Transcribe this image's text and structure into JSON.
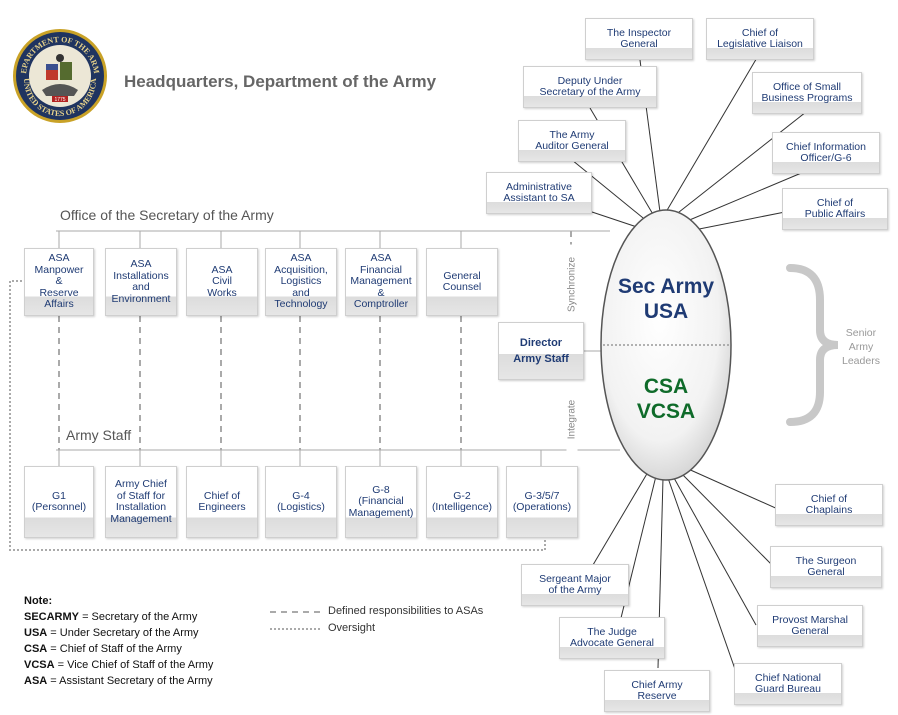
{
  "title": "Headquarters, Department of the Army",
  "seal": {
    "top_text": "DEPARTMENT OF THE ARMY",
    "bottom_text": "UNITED STATES OF AMERICA",
    "year": "1775"
  },
  "sections": {
    "secretary": "Office of the Secretary of the Army",
    "staff": "Army Staff"
  },
  "vertical_labels": {
    "synchronize": "Synchronize",
    "integrate": "Integrate"
  },
  "director": {
    "line1": "Director",
    "line2": "Army Staff"
  },
  "oval": {
    "top1": "Sec Army",
    "top2": "USA",
    "bottom1": "CSA",
    "bottom2": "VCSA",
    "top_color": "#1f3b74",
    "bottom_color": "#0f6b2a"
  },
  "senior_label": "Senior\nArmy\nLeaders",
  "asa_boxes": [
    "ASA\nManpower\n&\nReserve\nAffairs",
    "ASA\nInstallations\nand\nEnvironment",
    "ASA\nCivil\nWorks",
    "ASA\nAcquisition,\nLogistics\nand\nTechnology",
    "ASA\nFinancial\nManagement\n&\nComptroller",
    "General\nCounsel"
  ],
  "staff_boxes": [
    "G1\n(Personnel)",
    "Army Chief\nof Staff for\nInstallation\nManagement",
    "Chief of\nEngineers",
    "G-4\n(Logistics)",
    "G-8\n(Financial\nManagement)",
    "G-2\n(Intelligence)",
    "G-3/5/7\n(Operations)"
  ],
  "upper_offices": [
    "The Inspector\nGeneral",
    "Chief of\nLegislative Liaison",
    "Deputy Under\nSecretary of the Army",
    "Office of Small\nBusiness Programs",
    "The Army\nAuditor General",
    "Chief Information\nOfficer/G-6",
    "Administrative\nAssistant to SA",
    "Chief of\nPublic Affairs"
  ],
  "lower_offices": [
    "Chief of\nChaplains",
    "The Surgeon\nGeneral",
    "Sergeant Major\nof the Army",
    "Provost Marshal\nGeneral",
    "The Judge\nAdvocate General",
    "Chief National\nGuard Bureau",
    "Chief Army\nReserve"
  ],
  "note": {
    "heading": "Note:",
    "items": [
      {
        "abbr": "SECARMY",
        "text": " = Secretary of the Army"
      },
      {
        "abbr": "USA",
        "text": " = Under Secretary of the Army"
      },
      {
        "abbr": "CSA",
        "text": " = Chief of Staff of the Army"
      },
      {
        "abbr": "VCSA",
        "text": " = Vice Chief of Staff of the Army"
      },
      {
        "abbr": "ASA",
        "text": " =  Assistant Secretary of the Army"
      }
    ]
  },
  "legend": {
    "dashed": "Defined responsibilities to ASAs",
    "dotted": "Oversight"
  }
}
